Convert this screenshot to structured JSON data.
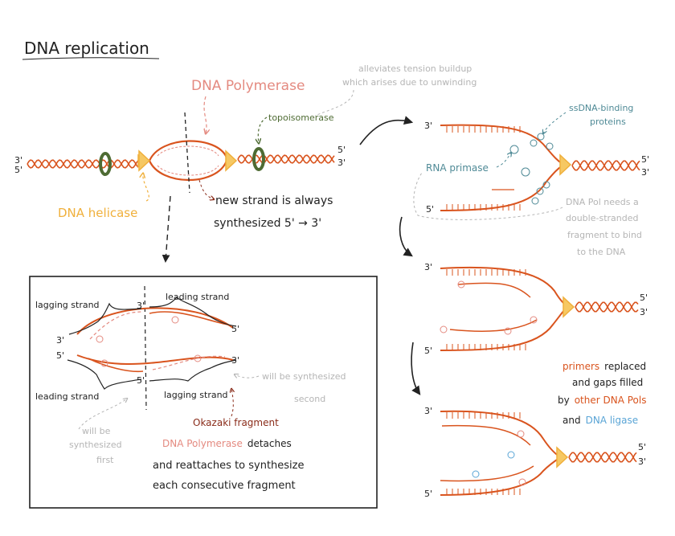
{
  "title": "DNA replication",
  "labels": {
    "dna_polymerase": "DNA Polymerase",
    "topoisomerase": "topoisomerase",
    "tension_note_1": "alleviates tension buildup",
    "tension_note_2": "which arises due to unwinding",
    "dna_helicase": "DNA helicase",
    "new_strand_1": "new strand is always",
    "new_strand_2": "synthesized 5' → 3'",
    "ssdna_1": "ssDNA-binding",
    "ssdna_2": "proteins",
    "rna_primase": "RNA primase",
    "dnapol_need_1": "DNA Pol needs a",
    "dnapol_need_2": "double-stranded",
    "dnapol_need_3": "fragment to bind",
    "dnapol_need_4": "to the DNA",
    "lagging_top": "lagging strand",
    "leading_top": "leading strand",
    "leading_bottom": "leading strand",
    "lagging_bottom": "lagging strand",
    "will_second_1": "will be synthesized",
    "will_second_2": "second",
    "will_first_1": "will be",
    "will_first_2": "synthesized",
    "will_first_3": "first",
    "okazaki": "Okazaki fragment",
    "detaches_1": "DNA Polymerase",
    "detaches_2": "detaches",
    "detaches_3": "and reattaches to synthesize",
    "detaches_4": "each consecutive fragment",
    "primers_1": "primers",
    "primers_2": "replaced",
    "primers_3": "and gaps filled",
    "primers_4": "by",
    "primers_5": "other DNA Pols",
    "primers_6": "and",
    "primers_7": "DNA ligase"
  },
  "ends": {
    "three": "3'",
    "five": "5'"
  },
  "colors": {
    "strand": "#d9541e",
    "polymerase": "#e48a80",
    "helicase": "#f0b03c",
    "topoisomerase": "#4e6b33",
    "gray": "#b5b5b5",
    "teal": "#4f8a96",
    "dark_red": "#8a2c1a",
    "blue": "#5aa5d6",
    "ink": "#222222"
  }
}
